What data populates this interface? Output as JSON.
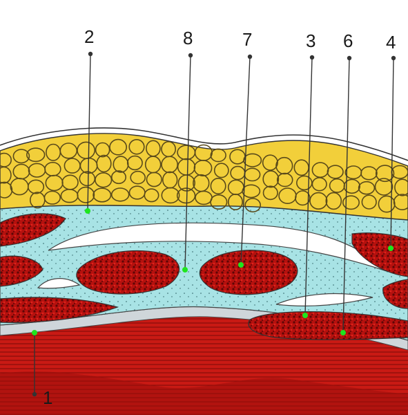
{
  "colors": {
    "fat": "#f2cf3a",
    "fat_outline": "#5a4a1a",
    "connective": "#a8e3e5",
    "marrow": "#b5110e",
    "marrow_dark": "#6b0706",
    "muscle": "#c91a14",
    "white": "#ffffff",
    "marker": "#1ee61e"
  },
  "labels": [
    {
      "id": "1",
      "text": "1"
    },
    {
      "id": "2",
      "text": "2"
    },
    {
      "id": "3",
      "text": "3"
    },
    {
      "id": "4",
      "text": "4"
    },
    {
      "id": "6",
      "text": "6"
    },
    {
      "id": "7",
      "text": "7"
    },
    {
      "id": "8",
      "text": "8"
    }
  ]
}
